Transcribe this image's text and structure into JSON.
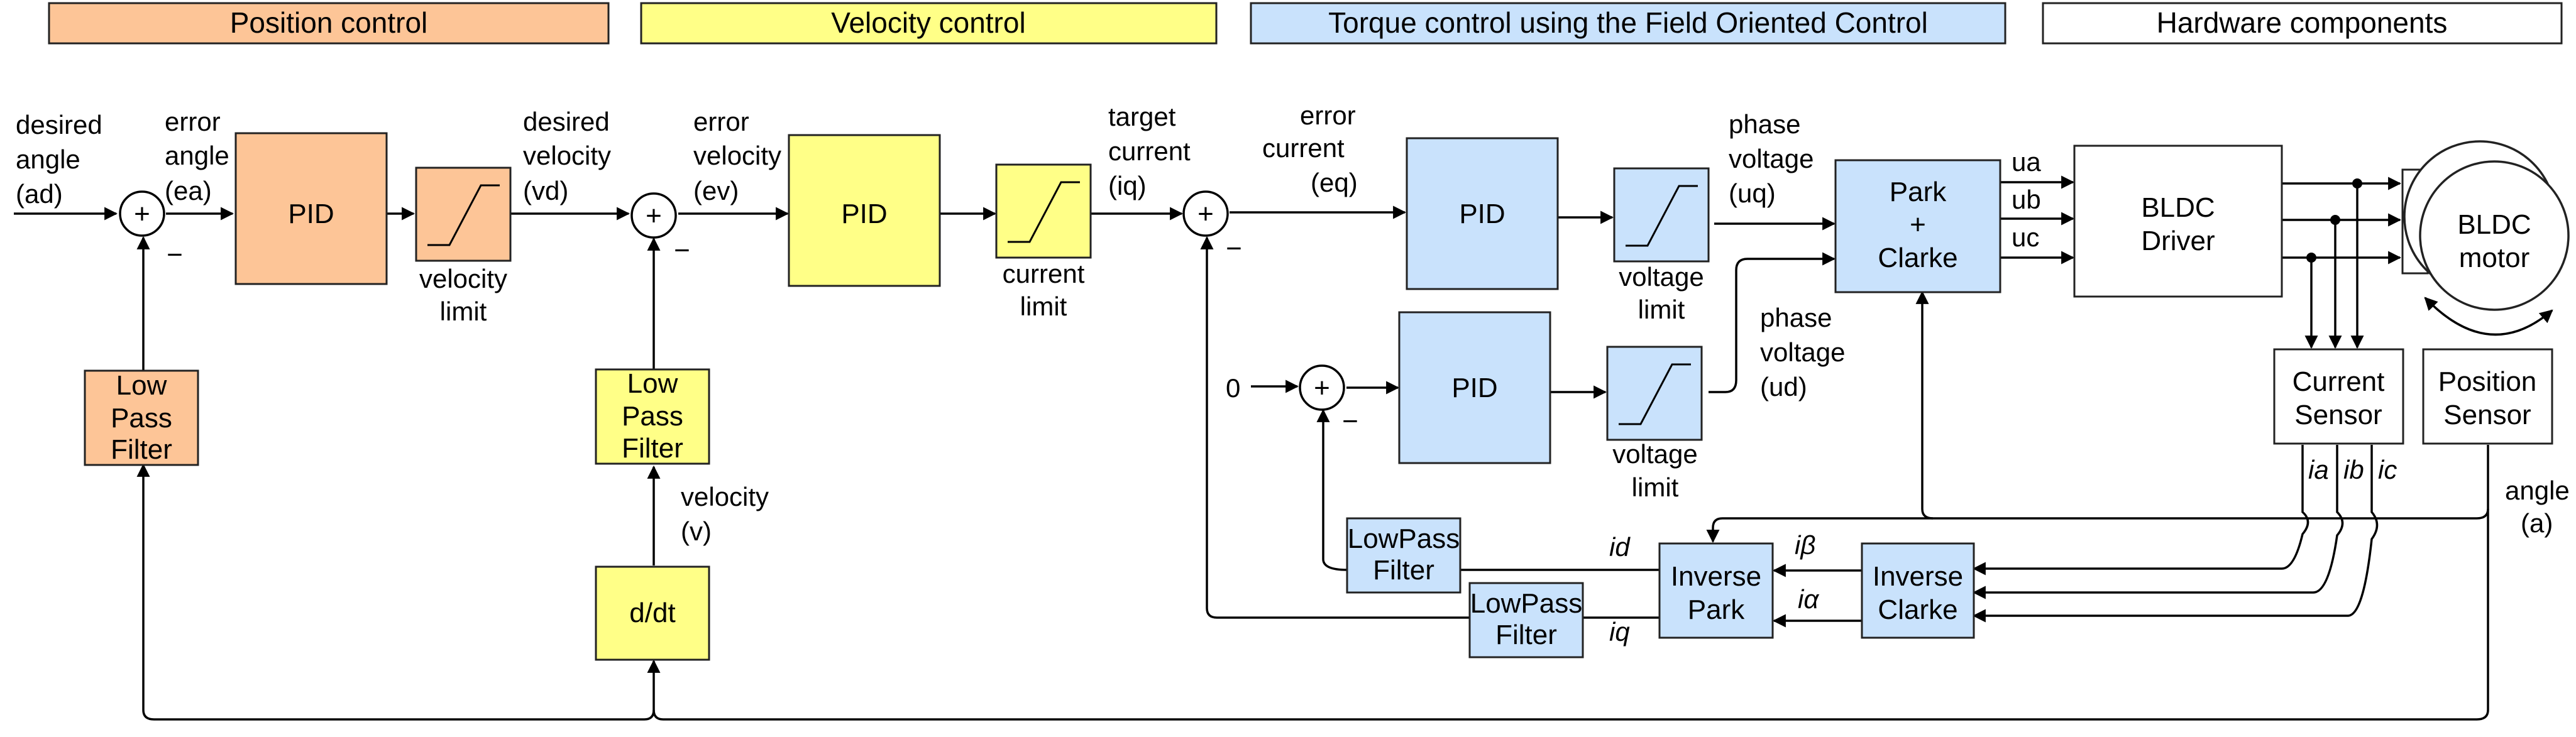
{
  "colors": {
    "position": "#FDC597",
    "velocity": "#FFFF87",
    "torque": "#C9E2FC",
    "hardware": "#FFFFFF"
  },
  "legend": {
    "position": "Position control",
    "velocity": "Velocity control",
    "torque": "Torque control using the Field Oriented Control",
    "hardware": "Hardware components"
  },
  "labels": {
    "desired_angle_1": "desired",
    "desired_angle_2": "angle",
    "desired_angle_3": "(ad)",
    "error_angle_1": "error",
    "error_angle_2": "angle",
    "error_angle_3": "(ea)",
    "velocity_limit_1": "velocity",
    "velocity_limit_2": "limit",
    "desired_velocity_1": "desired",
    "desired_velocity_2": "velocity",
    "desired_velocity_3": "(vd)",
    "error_velocity_1": "error",
    "error_velocity_2": "velocity",
    "error_velocity_3": "(ev)",
    "velocity_1": "velocity",
    "velocity_2": "(v)",
    "current_limit_1": "current",
    "current_limit_2": "limit",
    "target_current_1": "target",
    "target_current_2": "current",
    "target_current_3": "(iq)",
    "error_current_1": "error",
    "error_current_2": "current",
    "error_current_3": "(eq)",
    "voltage_limit_1": "voltage",
    "voltage_limit_2": "limit",
    "phase_voltage_q_1": "phase",
    "phase_voltage_q_2": "voltage",
    "phase_voltage_q_3": "(uq)",
    "phase_voltage_d_1": "phase",
    "phase_voltage_d_2": "voltage",
    "phase_voltage_d_3": "(ud)",
    "ua": "ua",
    "ub": "ub",
    "uc": "uc",
    "zero": "0",
    "ia": "ia",
    "ib": "ib",
    "ic": "ic",
    "i_beta": "iβ",
    "i_alpha": "iα",
    "id": "id",
    "iq": "iq",
    "angle_1": "angle",
    "angle_2": "(a)",
    "plus": "+",
    "minus": "−"
  },
  "blocks": {
    "pid": "PID",
    "lpf_1": "Low",
    "lpf_2": "Pass",
    "lpf_3": "Filter",
    "lowpass_1": "LowPass",
    "lowpass_2": "Filter",
    "ddt": "d/dt",
    "park_1": "Park",
    "park_2": "+",
    "park_3": "Clarke",
    "driver_1": "BLDC",
    "driver_2": "Driver",
    "motor_1": "BLDC",
    "motor_2": "motor",
    "current_sensor_1": "Current",
    "current_sensor_2": "Sensor",
    "position_sensor_1": "Position",
    "position_sensor_2": "Sensor",
    "inv_park_1": "Inverse",
    "inv_park_2": "Park",
    "inv_clarke_1": "Inverse",
    "inv_clarke_2": "Clarke"
  }
}
